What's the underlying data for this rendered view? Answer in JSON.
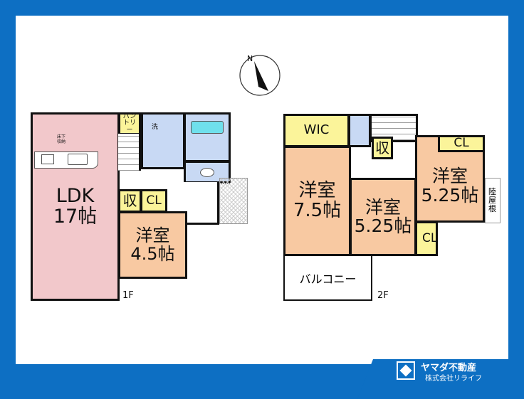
{
  "compass": {
    "north_label": "N"
  },
  "floor1": {
    "label": "1F",
    "ldk": {
      "name": "LDK",
      "size": "17帖"
    },
    "underfloor_storage": "床下収納",
    "pantry": "パントリー",
    "laundry": "洗",
    "storage": "収",
    "closet": "CL",
    "western_room": {
      "name": "洋室",
      "size": "4.5帖"
    }
  },
  "floor2": {
    "label": "2F",
    "wic": "WIC",
    "storage": "収",
    "room_a": {
      "name": "洋室",
      "size": "7.5帖"
    },
    "room_b": {
      "name": "洋室",
      "size": "5.25帖"
    },
    "room_c": {
      "name": "洋室",
      "size": "5.25帖"
    },
    "closet_top": "CL",
    "closet_side": "CL",
    "flat_roof": "陸屋根",
    "balcony": "バルコニー"
  },
  "brand": {
    "name": "ヤマダ不動産",
    "company": "株式会社リライフ"
  },
  "colors": {
    "frame": "#0d6fc3",
    "western_room": "#f8c9a2",
    "storage": "#fbf49a",
    "water": "#c8d9f4",
    "ldk": "#f2c8cb"
  }
}
